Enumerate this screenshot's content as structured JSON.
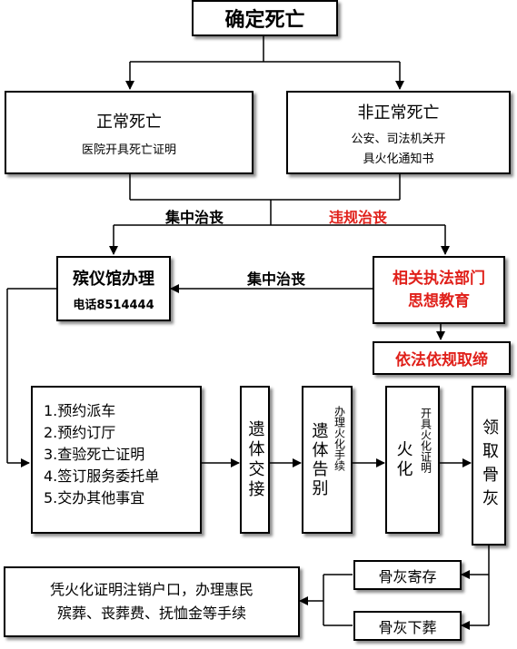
{
  "title": "确定死亡",
  "normal_death": {
    "title": "正常死亡",
    "sub": "医院开具死亡证明"
  },
  "abnormal_death": {
    "title": "非正常死亡",
    "sub1": "公安、司法机关开",
    "sub2": "具火化通知书"
  },
  "label_central_left": "集中治丧",
  "label_violation": "违规治丧",
  "label_central_mid": "集中治丧",
  "funeral_home": {
    "title": "殡仪馆办理",
    "phone": "电话8514444"
  },
  "enforcement": {
    "line1": "相关执法部门",
    "line2": "思想教育"
  },
  "ban": "依法依规取缔",
  "steps": [
    "1.预约派车",
    "2.预约订厅",
    "3.查验死亡证明",
    "4.签订服务委托单",
    "5.交办其他事宜"
  ],
  "handover": "遗体交接",
  "farewell": {
    "main": "遗体告别",
    "side": "办理火化手续"
  },
  "cremation": {
    "main": "火化",
    "side": "开具火化证明"
  },
  "collect_ashes": "领取骨灰",
  "ash_storage": "骨灰寄存",
  "ash_burial": "骨灰下葬",
  "final": {
    "line1": "凭火化证明注销户口，办理惠民",
    "line2": "殡葬、丧葬费、抚恤金等手续"
  }
}
